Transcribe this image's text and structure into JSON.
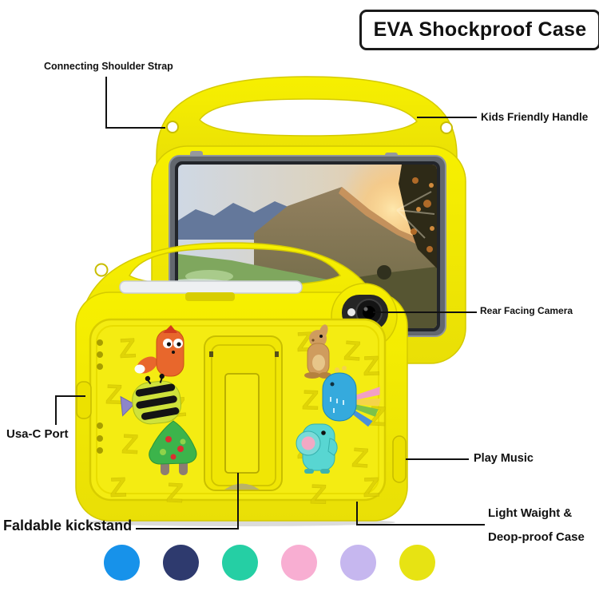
{
  "title": "EVA Shockproof Case",
  "callouts": {
    "shoulder_strap": {
      "label": "Connecting Shoulder Strap"
    },
    "kids_handle": {
      "label": "Kids Friendly Handle"
    },
    "rear_camera": {
      "label": "Rear Facing Camera"
    },
    "usb_port": {
      "label": "Usa-C Port"
    },
    "play_music": {
      "label": "Play Music"
    },
    "kickstand": {
      "label": "Faldable kickstand"
    },
    "lightweight": {
      "line1": "Light Waight &",
      "line2": "Deop-proof Case"
    }
  },
  "case": {
    "color": "#f2ea0b",
    "pattern_letter": "Z",
    "charms": [
      "fox",
      "bee",
      "christmas-tree",
      "kangaroo",
      "peacock",
      "elephant"
    ]
  },
  "color_options": [
    {
      "name": "blue",
      "hex": "#1792ea"
    },
    {
      "name": "navy",
      "hex": "#2e3a6e"
    },
    {
      "name": "teal",
      "hex": "#25cfa4"
    },
    {
      "name": "pink",
      "hex": "#f8aed2"
    },
    {
      "name": "lavender",
      "hex": "#c6b7ef"
    },
    {
      "name": "yellow",
      "hex": "#e7e313"
    }
  ]
}
